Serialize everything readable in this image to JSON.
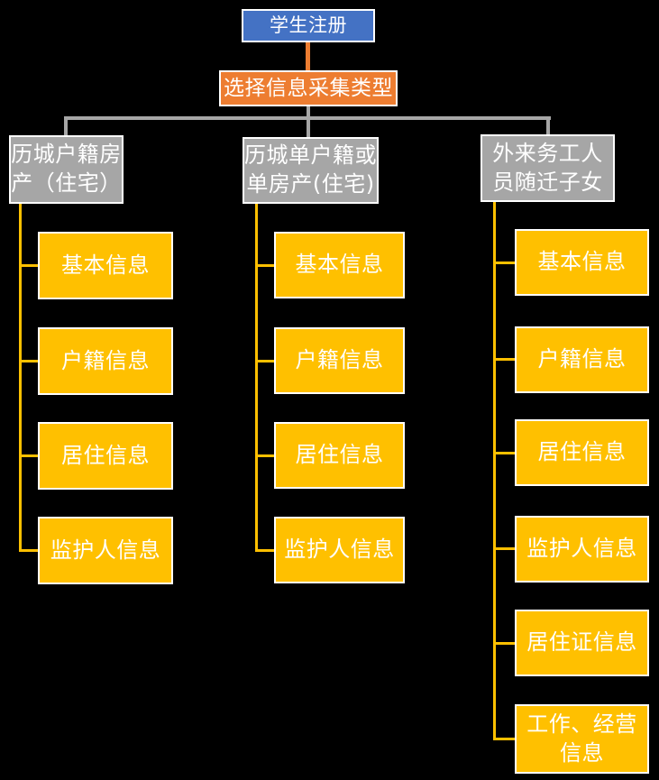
{
  "page": {
    "background": "#000000"
  },
  "colors": {
    "root_fill": "#4472C4",
    "selector_fill": "#ED7D31",
    "branch_fill": "#A6A6A6",
    "item_fill": "#FFC000",
    "connector_orange": "#ED7D31",
    "connector_gray": "#A6A6A6",
    "connector_gold": "#FFC000",
    "box_border": "#FFFFFF",
    "text": "#FFFFFF"
  },
  "flowchart": {
    "root": {
      "label": "学生注册"
    },
    "selector": {
      "label": "选择信息采集类型"
    },
    "branches": [
      {
        "label": "历城户籍房产（住宅）",
        "items": [
          "基本信息",
          "户籍信息",
          "居住信息",
          "监护人信息"
        ]
      },
      {
        "label": "历城单户籍或单房产(住宅)",
        "items": [
          "基本信息",
          "户籍信息",
          "居住信息",
          "监护人信息"
        ]
      },
      {
        "label": "外来务工人员随迁子女",
        "items": [
          "基本信息",
          "户籍信息",
          "居住信息",
          "监护人信息",
          "居住证信息",
          "工作、经营信息"
        ]
      }
    ]
  }
}
